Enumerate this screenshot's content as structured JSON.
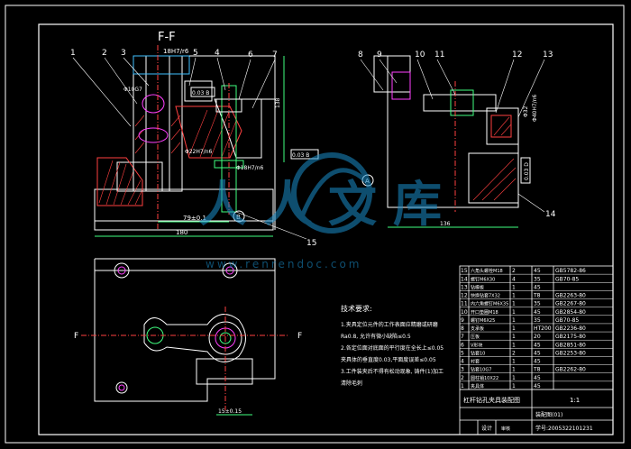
{
  "section_label": "F-F",
  "dims": {
    "fit_top": "18H7/r6",
    "phi10g7": "Φ10G7",
    "flat_001_a": "0.03 B",
    "flat_002": "0.03 B",
    "phi22_1": "Φ22H7/n6",
    "phi18": "Φ18H7/n6",
    "len_79": "79±0.1",
    "len_180": "180",
    "len_138": "138",
    "len_136": "136",
    "len_15": "15±0.15",
    "phi32": "Φ32",
    "phi40": "Φ40H7/n6",
    "right_flat": "0.03 D"
  },
  "callouts": [
    "1",
    "2",
    "3",
    "5",
    "4",
    "6",
    "7",
    "8",
    "9",
    "10",
    "11",
    "12",
    "13",
    "14",
    "15"
  ],
  "datum_a": "A",
  "datum_b": "B",
  "section_arrow_left": "F",
  "section_arrow_right": "F",
  "tech_title": "技术要求:",
  "tech_notes": [
    "1.夹具定位元件的工作表面应精磨或研磨",
    "  Ra0.8, 允许有微小缺陷≤0.5",
    "2.各定位面对底面的平行度在全长上≤0.05",
    "  夹具体的垂直度0.03,平面度误差≤0.05",
    "3.工件装夹后不得有松动现象, 铸件(1)加工",
    "  清除毛刺"
  ],
  "bom": [
    [
      "15",
      "六角头螺栓M18",
      "2",
      "45",
      "GB5782-86"
    ],
    [
      "14",
      "螺钉M6X30",
      "4",
      "35",
      "GB70-85"
    ],
    [
      "13",
      "钻模板",
      "1",
      "45",
      ""
    ],
    [
      "12",
      "快换钻套7X32",
      "1",
      "T8",
      "GB2263-80"
    ],
    [
      "11",
      "内六角螺钉M6X35",
      "1",
      "35",
      "GB2267-80"
    ],
    [
      "10",
      "开口垫圈M18",
      "1",
      "45",
      "GB2854-80"
    ],
    [
      "9",
      "螺钉M6X25",
      "1",
      "35",
      "GB70-85"
    ],
    [
      "8",
      "支承板",
      "1",
      "HT200",
      "GB2236-80"
    ],
    [
      "7",
      "压板",
      "1",
      "20",
      "GB2175-80"
    ],
    [
      "6",
      "V形块",
      "1",
      "45",
      "GB2851-80"
    ],
    [
      "5",
      "钻套10",
      "2",
      "45",
      "GB2253-80"
    ],
    [
      "4",
      "衬套",
      "1",
      "45",
      ""
    ],
    [
      "3",
      "钻套10G7",
      "1",
      "T8",
      "GB2262-80"
    ],
    [
      "2",
      "圆柱销10X22",
      "1",
      "45",
      ""
    ],
    [
      "1",
      "夹具体",
      "1",
      "45",
      ""
    ]
  ],
  "title_block": {
    "name": "杠杆钻孔夹具装配图",
    "scale": "1:1",
    "drawing_no": "装配图(01)",
    "label_design": "设计",
    "label_check": "审核",
    "student": "学号:2005322101231"
  },
  "watermark": {
    "text_cn": "人人文库",
    "url": "www.renrendoc.com"
  }
}
